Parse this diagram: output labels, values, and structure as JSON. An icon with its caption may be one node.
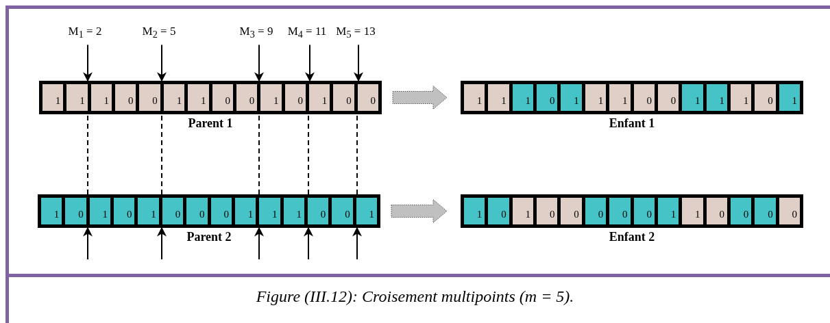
{
  "diagram": {
    "caption": "Figure (III.12): Croisement multipoints (m = 5).",
    "nodes": [
      {
        "text": [
          "M$_{1}$ = 2"
        ]
      },
      {
        "text": [
          "M$_{2}$ = 5"
        ]
      },
      {
        "text": [
          "M$_{3}$ = 9"
        ]
      },
      {
        "text": [
          "M$_{4}$ = 11"
        ]
      },
      {
        "text": [
          "M$_{5}$ = 13"
        ]
      },
      {
        "text": [
          "Parent 1"
        ]
      },
      {
        "text": [
          "1"
        ],
        "in": 5
      },
      {
        "text": [
          "1"
        ],
        "in": 5
      },
      {
        "text": [
          "1"
        ],
        "in": 5
      },
      {
        "text": [
          "0"
        ],
        "in": 5
      },
      {
        "text": [
          "0"
        ],
        "in": 5
      },
      {
        "text": [
          "1"
        ],
        "in": 5
      },
      {
        "text": [
          "1"
        ],
        "in": 5
      },
      {
        "text": [
          "0"
        ],
        "in": 5
      },
      {
        "text": [
          "0"
        ],
        "in": 5
      },
      {
        "text": [
          "1"
        ],
        "in": 5
      },
      {
        "text": [
          "0"
        ],
        "in": 5
      },
      {
        "text": [
          "1"
        ],
        "in": 5
      },
      {
        "text": [
          "0"
        ],
        "in": 5
      },
      {
        "text": [
          "0"
        ],
        "in": 5
      },
      {
        "text": [
          "Enfant 1"
        ]
      },
      {
        "text": [
          "1"
        ],
        "in": 20
      },
      {
        "text": [
          "1"
        ],
        "in": 20
      },
      {
        "text": [
          "1"
        ],
        "in": 20
      },
      {
        "text": [
          "0"
        ],
        "in": 20
      },
      {
        "text": [
          "1"
        ],
        "in": 20
      },
      {
        "text": [
          "1"
        ],
        "in": 20
      },
      {
        "text": [
          "1"
        ],
        "in": 20
      },
      {
        "text": [
          "0"
        ],
        "in": 20
      },
      {
        "text": [
          "0"
        ],
        "in": 20
      },
      {
        "text": [
          "1"
        ],
        "in": 20
      },
      {
        "text": [
          "1"
        ],
        "in": 20
      },
      {
        "text": [
          "1"
        ],
        "in": 20
      },
      {
        "text": [
          "0"
        ],
        "in": 20
      },
      {
        "text": [
          "1"
        ],
        "in": 20
      },
      {
        "text": [
          "Parent 2"
        ]
      },
      {
        "text": [
          "1"
        ],
        "in": 35
      },
      {
        "text": [
          "0"
        ],
        "in": 35
      },
      {
        "text": [
          "1"
        ],
        "in": 35
      },
      {
        "text": [
          "0"
        ],
        "in": 35
      },
      {
        "text": [
          "1"
        ],
        "in": 35
      },
      {
        "text": [
          "0"
        ],
        "in": 35
      },
      {
        "text": [
          "0"
        ],
        "in": 35
      },
      {
        "text": [
          "0"
        ],
        "in": 35
      },
      {
        "text": [
          "1"
        ],
        "in": 35
      },
      {
        "text": [
          "1"
        ],
        "in": 35
      },
      {
        "text": [
          "1"
        ],
        "in": 35
      },
      {
        "text": [
          "0"
        ],
        "in": 35
      },
      {
        "text": [
          "0"
        ],
        "in": 35
      },
      {
        "text": [
          "1"
        ],
        "in": 35
      },
      {
        "text": [
          "Enfant 2"
        ]
      },
      {
        "text": [
          "1"
        ],
        "in": 50
      },
      {
        "text": [
          "0"
        ],
        "in": 50
      },
      {
        "text": [
          "1"
        ],
        "in": 50
      },
      {
        "text": [
          "0"
        ],
        "in": 50
      },
      {
        "text": [
          "0"
        ],
        "in": 50
      },
      {
        "text": [
          "0"
        ],
        "in": 50
      },
      {
        "text": [
          "0"
        ],
        "in": 50
      },
      {
        "text": [
          "0"
        ],
        "in": 50
      },
      {
        "text": [
          "1"
        ],
        "in": 50
      },
      {
        "text": [
          "1"
        ],
        "in": 50
      },
      {
        "text": [
          "0"
        ],
        "in": 50
      },
      {
        "text": [
          "0"
        ],
        "in": 50
      },
      {
        "text": [
          "0"
        ],
        "in": 50
      },
      {
        "text": [
          "0"
        ],
        "in": 50
      }
    ],
    "edges": [
      {
        "from": 0,
        "to": 5,
        "arrow": "to"
      },
      {
        "from": 1,
        "to": 5,
        "arrow": "to"
      },
      {
        "from": 2,
        "to": 5,
        "arrow": "to"
      },
      {
        "from": 3,
        "to": 5,
        "arrow": "to"
      },
      {
        "from": 4,
        "to": 5,
        "arrow": "to"
      },
      {
        "from": 5,
        "to": 20,
        "arrow": "to",
        "style": "thick",
        "color": "#c0c0c0"
      },
      {
        "from": 5,
        "to": 35,
        "arrow": "none",
        "style": "dashed"
      },
      {
        "from": 5,
        "to": 35,
        "arrow": "none",
        "style": "dashed"
      },
      {
        "from": 5,
        "to": 35,
        "arrow": "none",
        "style": "dashed"
      },
      {
        "from": 5,
        "to": 35,
        "arrow": "none",
        "style": "dashed"
      },
      {
        "from": 5,
        "to": 35,
        "arrow": "none",
        "style": "dashed"
      },
      {
        "from": 35,
        "to": 50,
        "arrow": "to",
        "style": "thick",
        "color": "#c0c0c0"
      },
      {
        "from": null,
        "to": 35,
        "arrow": "to"
      },
      {
        "from": null,
        "to": 35,
        "arrow": "to"
      },
      {
        "from": null,
        "to": 35,
        "arrow": "to"
      },
      {
        "from": null,
        "to": 35,
        "arrow": "to"
      },
      {
        "from": null,
        "to": 35,
        "arrow": "to"
      }
    ]
  }
}
